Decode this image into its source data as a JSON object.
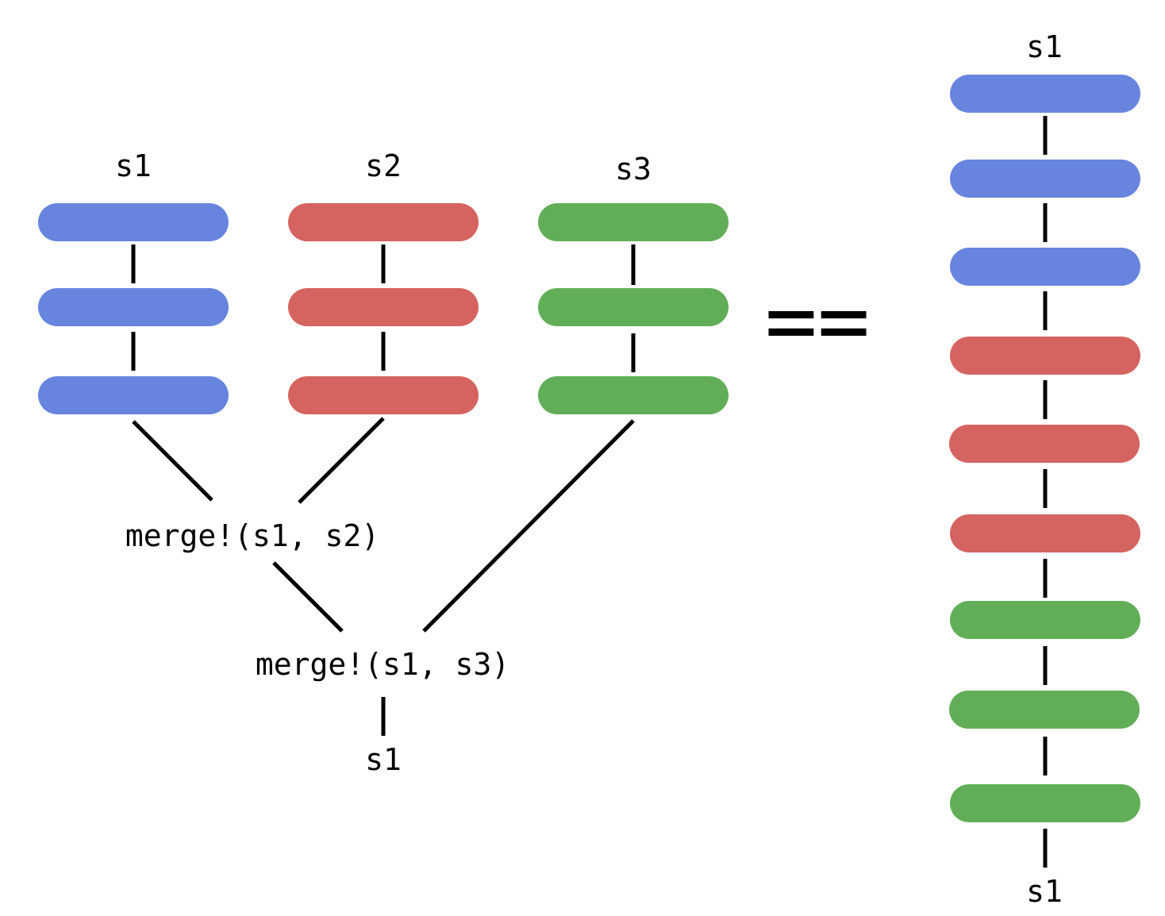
{
  "colors": {
    "s1": "#6785de",
    "s2": "#d5635f",
    "s3": "#62ae58",
    "line": "#000000"
  },
  "left": {
    "stacks": [
      {
        "label": "s1",
        "color_key": "s1"
      },
      {
        "label": "s2",
        "color_key": "s2"
      },
      {
        "label": "s3",
        "color_key": "s3"
      }
    ],
    "merge_first": "merge!(s1, s2)",
    "merge_second": "merge!(s1, s3)",
    "result_label": "s1"
  },
  "equals_sign": "==",
  "right": {
    "top_label": "s1",
    "bottom_label": "s1",
    "sequence": [
      "s1",
      "s1",
      "s1",
      "s2",
      "s2",
      "s2",
      "s3",
      "s3",
      "s3"
    ]
  }
}
